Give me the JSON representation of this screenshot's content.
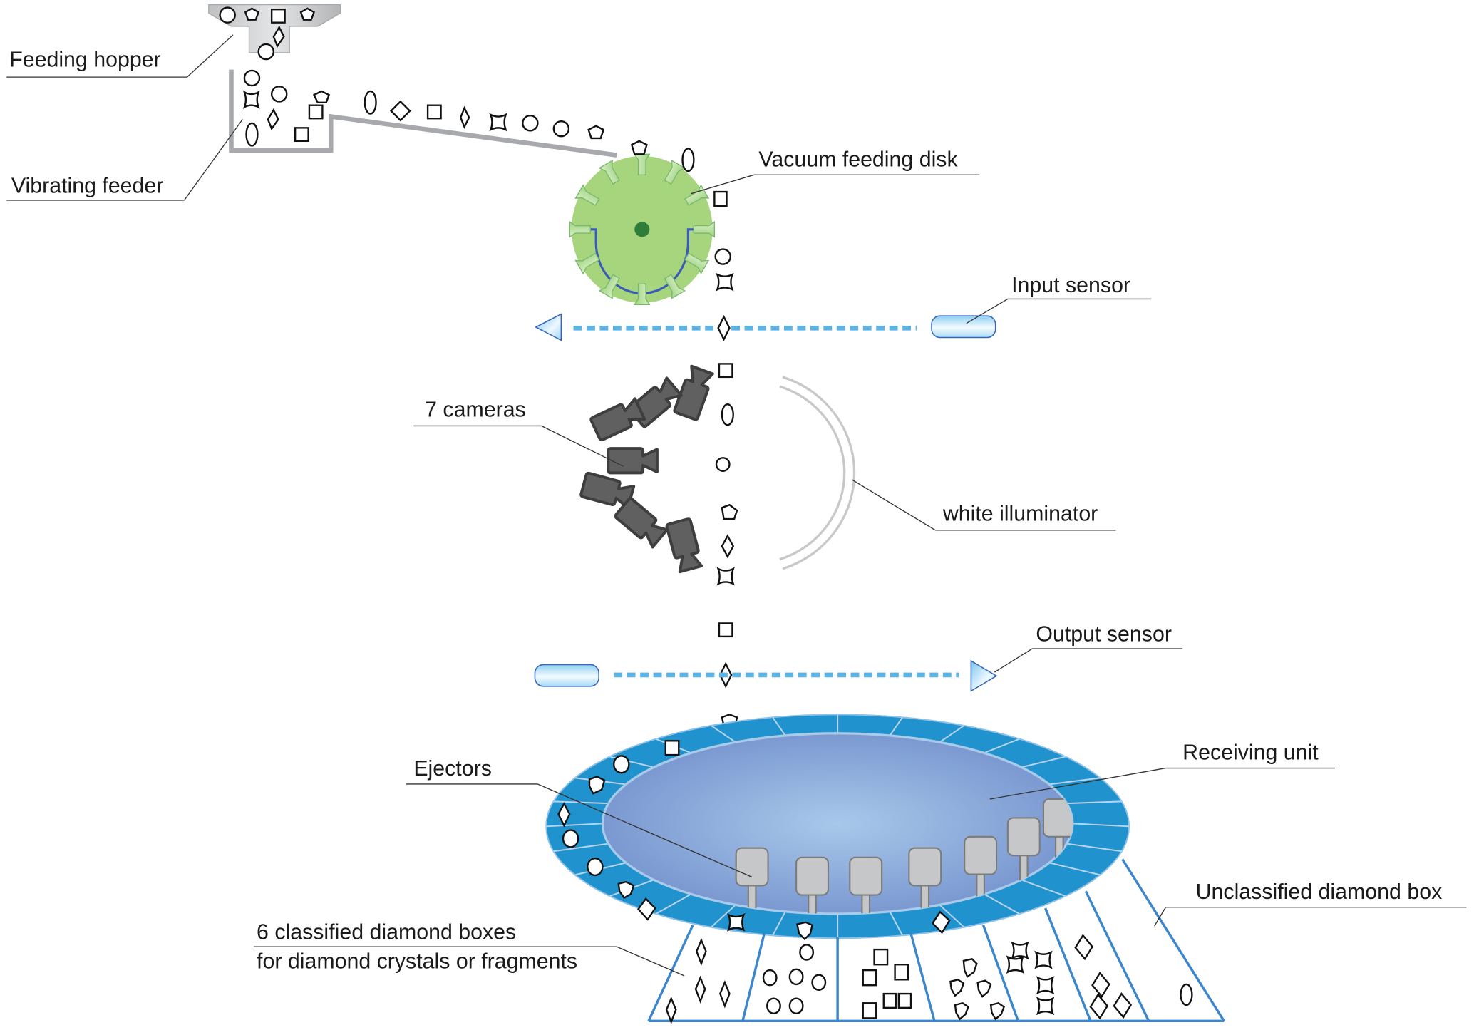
{
  "title": "Diamond sorting machine schematic",
  "labels": {
    "feeding_hopper": "Feeding hopper",
    "vibrating_feeder": "Vibrating feeder",
    "vacuum_feeding_disk": "Vacuum feeding disk",
    "input_sensor": "Input sensor",
    "cameras": "7 cameras",
    "white_illuminator": "white illuminator",
    "output_sensor": "Output sensor",
    "ejectors": "Ejectors",
    "receiving_unit": "Receiving unit",
    "unclassified_box": "Unclassified diamond box",
    "classified_boxes_line1": "6 classified diamond boxes",
    "classified_boxes_line2": "for diamond crystals or fragments"
  },
  "components": {
    "camera_count": 7,
    "ejector_count": 7,
    "classified_box_count": 6,
    "unclassified_box_count": 1,
    "vacuum_nozzle_count": 12
  },
  "particle_shapes": [
    "circle",
    "pentagon",
    "square",
    "diamond",
    "star4",
    "ellipse"
  ],
  "classified_boxes": [
    {
      "shape": "diamond",
      "count": 4
    },
    {
      "shape": "circle",
      "count": 6
    },
    {
      "shape": "square",
      "count": 6
    },
    {
      "shape": "pentagon",
      "count": 5
    },
    {
      "shape": "star4",
      "count": 5
    },
    {
      "shape": "diamond-wide",
      "count": 4
    }
  ],
  "unclassified_box": {
    "shape": "ellipse",
    "count": 1
  },
  "colors": {
    "disk_fill": "#a6d57e",
    "disk_hub": "#2f7d3a",
    "disk_track": "#3a5bb8",
    "sensor_beam": "#5db3e4",
    "ring_blue": "#2092cd",
    "inner_center": "#a8c8ea",
    "inner_edge": "#7896cf",
    "box_line": "#3b86cc",
    "camera_fill": "#606060",
    "hopper_gray": "#c9cacc",
    "feeder_gray": "#a7a9ac",
    "illuminator_gray": "#c8c8c8"
  }
}
